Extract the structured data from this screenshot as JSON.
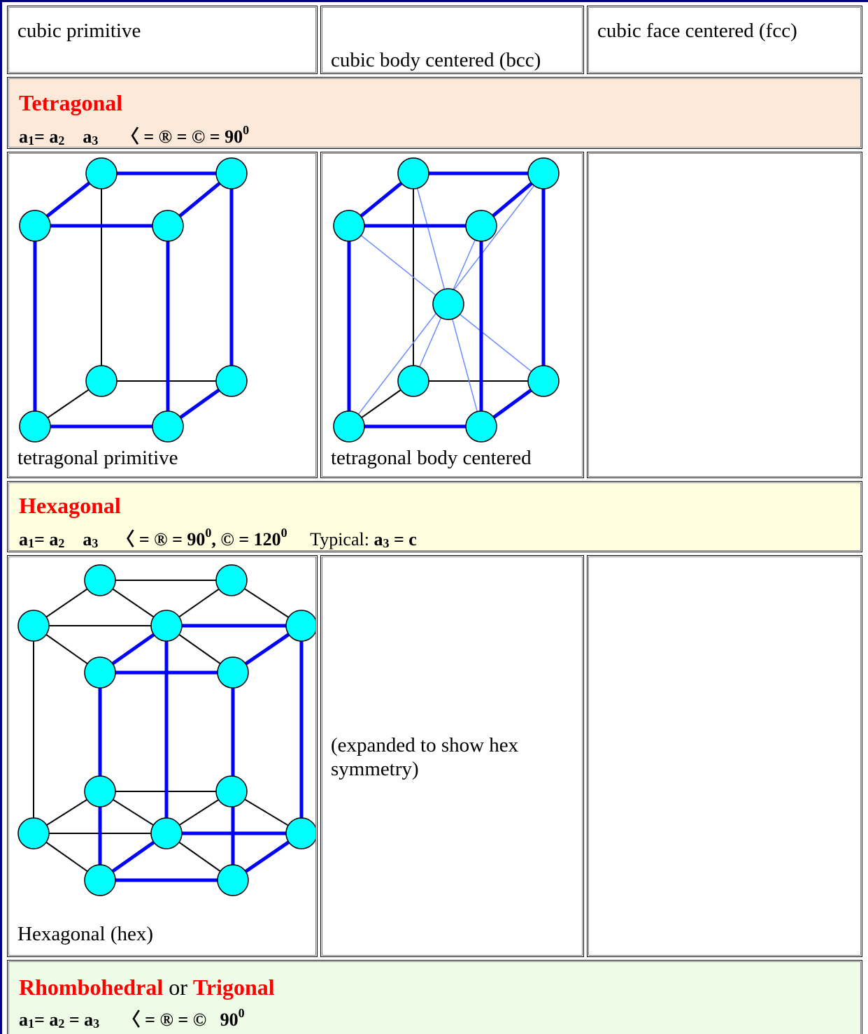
{
  "cubic": {
    "primitive_label": "cubic primitive",
    "bcc_label": "cubic body centered (bcc)",
    "fcc_label": "cubic face centered (fcc)"
  },
  "tetragonal": {
    "title": "Tetragonal",
    "p1": "a",
    "p1sub": "1",
    "p2": "= a",
    "p2sub": "2",
    "p3": "a",
    "p3sub": "3",
    "angles": "〈 = ® = © = 90",
    "angles_sup": "0",
    "bg": "#fde9d9",
    "primitive_label": "tetragonal primitive",
    "body_centered_label": "tetragonal body centered"
  },
  "hexagonal": {
    "title": "Hexagonal",
    "p1": "a",
    "p1sub": "1",
    "p2": "= a",
    "p2sub": "2",
    "p3": "a",
    "p3sub": "3",
    "angles_a": "〈 = ® = 90",
    "angles_a_sup": "0",
    "angles_b": ", © = 120",
    "angles_b_sup": "0",
    "typical_label": "Typical:",
    "typical_a": "a",
    "typical_sub": "3",
    "typical_c": " = c",
    "bg": "#ffffe0",
    "hex_label": "Hexagonal (hex)",
    "expanded_note": "(expanded to show hex symmetry)"
  },
  "rhombohedral": {
    "title_a": "Rhombohedral",
    "or": " or ",
    "title_b": "Trigonal",
    "p1": "a",
    "p1sub": "1",
    "p2": "= a",
    "p2sub": "2",
    "p3": " = a",
    "p3sub": "3",
    "angles": "〈 = ® = ©",
    "angles_tail": "90",
    "angles_sup": "0",
    "bg": "#eefbe6"
  },
  "colors": {
    "atom": "#00ffff",
    "bond_bold": "#0000ff",
    "bond_thin": "#000000",
    "diag": "#6a8cff",
    "border": "#000080"
  }
}
